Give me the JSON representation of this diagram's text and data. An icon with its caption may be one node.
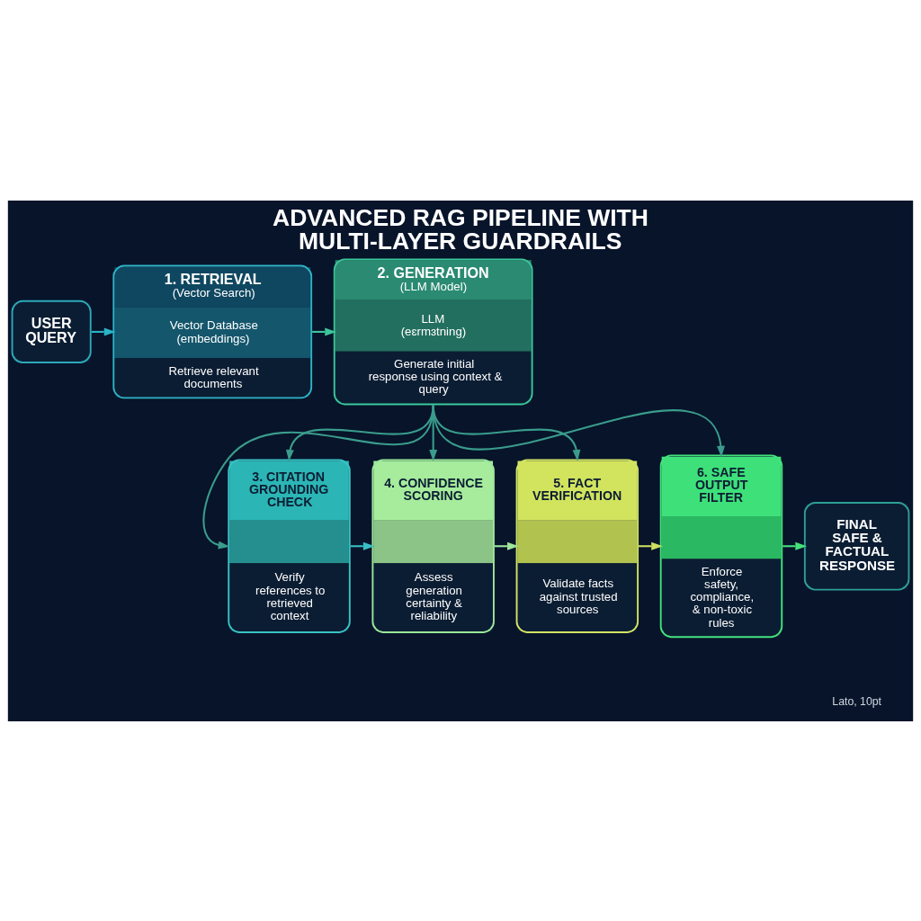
{
  "diagram": {
    "title": "ADVANCED RAG PIPELINE WITH MULTI-LAYER GUARDRAILS",
    "nodes": [
      {
        "text": [
          "USER QUERY"
        ]
      },
      {
        "text": [
          "1. RETRIEVAL",
          "(Vector Search)",
          "Vector Database (embeddings)",
          "Retrieve relevant documents"
        ]
      },
      {
        "text": [
          "2. GENERATION",
          "(LLM Model)",
          "LLM (eɛrmɜtning)",
          "Generate initial response using context & query"
        ]
      },
      {
        "text": [
          "3. CITATION GROUNDING CHECK",
          "Verify references to retrieved context"
        ]
      },
      {
        "text": [
          "4. CONFIDENCE SCORING",
          "Assess generation certainty & reliability"
        ]
      },
      {
        "text": [
          "5. FACT VERIFICATION",
          "Validate facts against trusted sources"
        ]
      },
      {
        "text": [
          "6. SAFE OUTPUT FILTER",
          "Enforce safety, compliance, & non-toxic rules"
        ]
      },
      {
        "text": [
          "FINAL SAFE & FACTUAL RESPONSE"
        ]
      }
    ],
    "edges": [
      {
        "from": 0,
        "to": 1,
        "arrow": "to",
        "color": "#2ab4c6"
      },
      {
        "from": 1,
        "to": 2,
        "arrow": "to",
        "color": "#3cc79a"
      },
      {
        "from": 2,
        "to": 3,
        "arrow": "to",
        "color": "#3a9c8c"
      },
      {
        "from": 2,
        "to": 3,
        "arrow": "to",
        "color": "#3a9c8c"
      },
      {
        "from": 2,
        "to": 4,
        "arrow": "to",
        "color": "#3a9c8c"
      },
      {
        "from": 2,
        "to": 5,
        "arrow": "to",
        "color": "#3a9c8c"
      },
      {
        "from": 2,
        "to": 6,
        "arrow": "to",
        "color": "#3a9c8c"
      },
      {
        "from": 3,
        "to": 4,
        "arrow": "to",
        "color": "#38c0c4"
      },
      {
        "from": 4,
        "to": 5,
        "arrow": "to",
        "color": "#9ee69a"
      },
      {
        "from": 5,
        "to": 6,
        "arrow": "to",
        "color": "#cde060"
      },
      {
        "from": 6,
        "to": 7,
        "arrow": "to",
        "color": "#44e27c"
      }
    ],
    "labels": [
      "Lato, 10pt"
    ]
  }
}
